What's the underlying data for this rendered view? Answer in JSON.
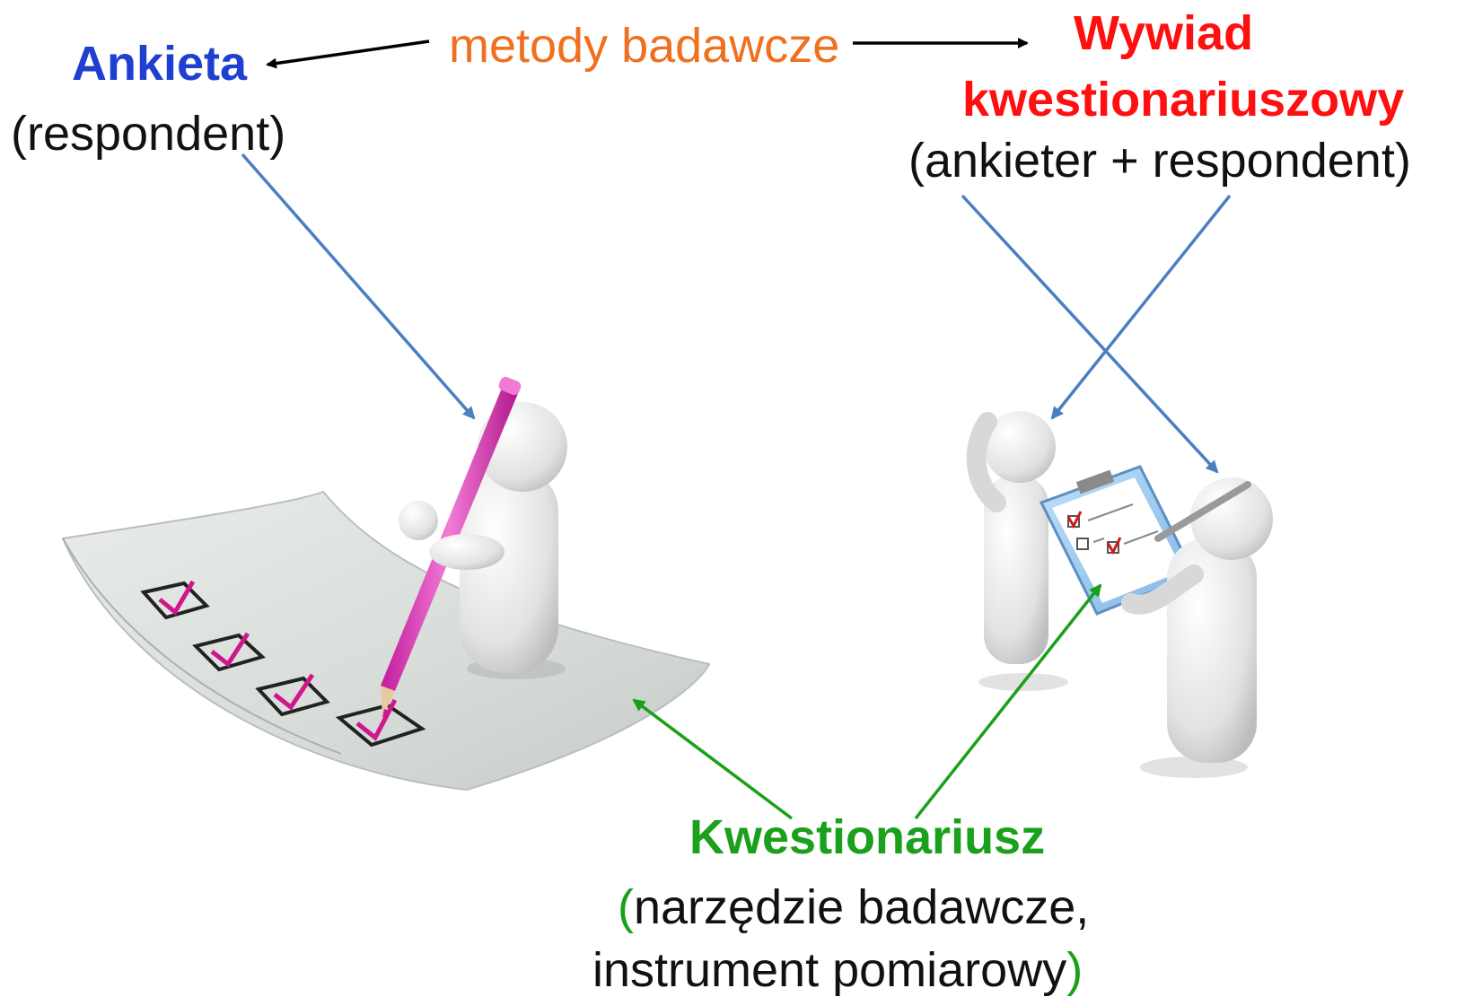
{
  "labels": {
    "ankieta": "Ankieta",
    "respondent": "(respondent)",
    "metody": "metody badawcze",
    "wywiad_line1": "Wywiad",
    "wywiad_line2": "kwestionariuszowy",
    "ankieter": "(ankieter + respondent)",
    "kwestionariusz": "Kwestionariusz",
    "narzedzie_open": "(",
    "narzedzie": "narzędzie badawcze,",
    "instrument": "instrument pomiarowy",
    "instrument_close": ")"
  },
  "colors": {
    "ankieta": "#1f3fd0",
    "metody": "#f07020",
    "wywiad": "#ff1010",
    "kwestionariusz": "#1aa01a",
    "connector_blue": "#4a7fc0",
    "connector_black": "#000000"
  }
}
